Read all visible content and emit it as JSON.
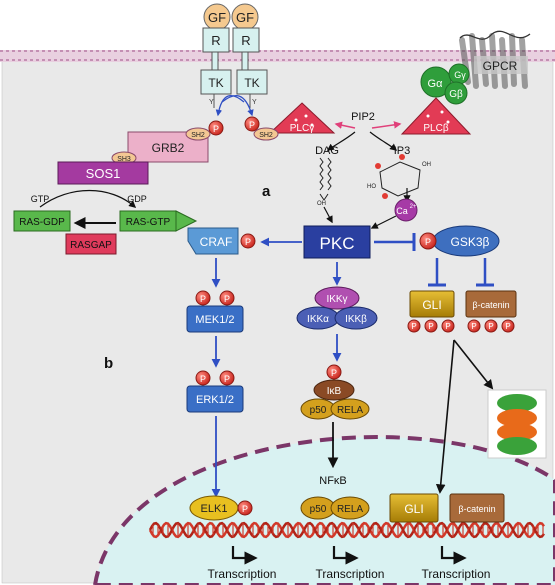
{
  "receptor": {
    "gf": "GF",
    "r": "R",
    "tk": "TK",
    "y": "Y",
    "p": "P"
  },
  "gpcr": {
    "label": "GPCR",
    "g_alpha": "Gα",
    "g_beta": "Gβ",
    "g_gamma": "Gγ"
  },
  "adaptors": {
    "grb2": "GRB2",
    "sh2": "SH2",
    "sh3": "SH3",
    "sos1": "SOS1"
  },
  "ras": {
    "gtp": "GTP",
    "gdp": "GDP",
    "ras_gdp": "RAS-GDP",
    "ras_gtp": "RAS-GTP",
    "rasgap": "RASGAP"
  },
  "plc": {
    "plc_gamma": "PLCγ",
    "plc_beta": "PLCβ",
    "pip2": "PIP2",
    "dag": "DAG",
    "ip3": "IP3",
    "ca": "Ca",
    "ca_sup": "2+",
    "ho": "HO",
    "oh": "OH"
  },
  "panel_labels": {
    "a": "a",
    "b": "b"
  },
  "kinases": {
    "pkc": "PKC",
    "craf": "CRAF",
    "mek": "MEK1/2",
    "erk": "ERK1/2",
    "gsk": "GSK3β"
  },
  "nfkb_pathway": {
    "ikk_gamma": "IKKγ",
    "ikk_alpha": "IKKα",
    "ikk_beta": "IKKβ",
    "ikb": "IκB",
    "p50": "p50",
    "rela": "RELA",
    "nfkb": "NFκB"
  },
  "wnt_hh": {
    "gli": "GLI",
    "beta_catenin": "β-catenin"
  },
  "nucleus": {
    "elk1": "ELK1",
    "gli": "GLI",
    "beta_catenin": "β-catenin",
    "p50": "p50",
    "rela": "RELA",
    "transcription": "Transcription"
  },
  "colors": {
    "membrane": "#d7a8c6",
    "cytoplasm": "#e8e8e8",
    "nucleus": "#d8f3f3",
    "nucleus_border": "#7b3668",
    "pkc": "#2a3fa0",
    "arrow_blue": "#2f4fc4",
    "phospho": "#e23b33",
    "grb2": "#e8a6c2",
    "sos1": "#a43aa0",
    "ras": "#59b84b",
    "rasgap": "#e03b5c",
    "craf": "#5b9ad6",
    "mapk": "#3a6fc6",
    "ikk": "#b04fb0",
    "ikk_sub": "#4b5fb5",
    "ikb": "#8a4a25",
    "p50": "#d4a01d",
    "gli": "#c79a10",
    "beta_catenin": "#a86a3a",
    "gsk": "#3e6fbf",
    "plc_gamma": "#e23b55",
    "g_protein": "#2f9e3b",
    "dna": "#d23a2b"
  }
}
